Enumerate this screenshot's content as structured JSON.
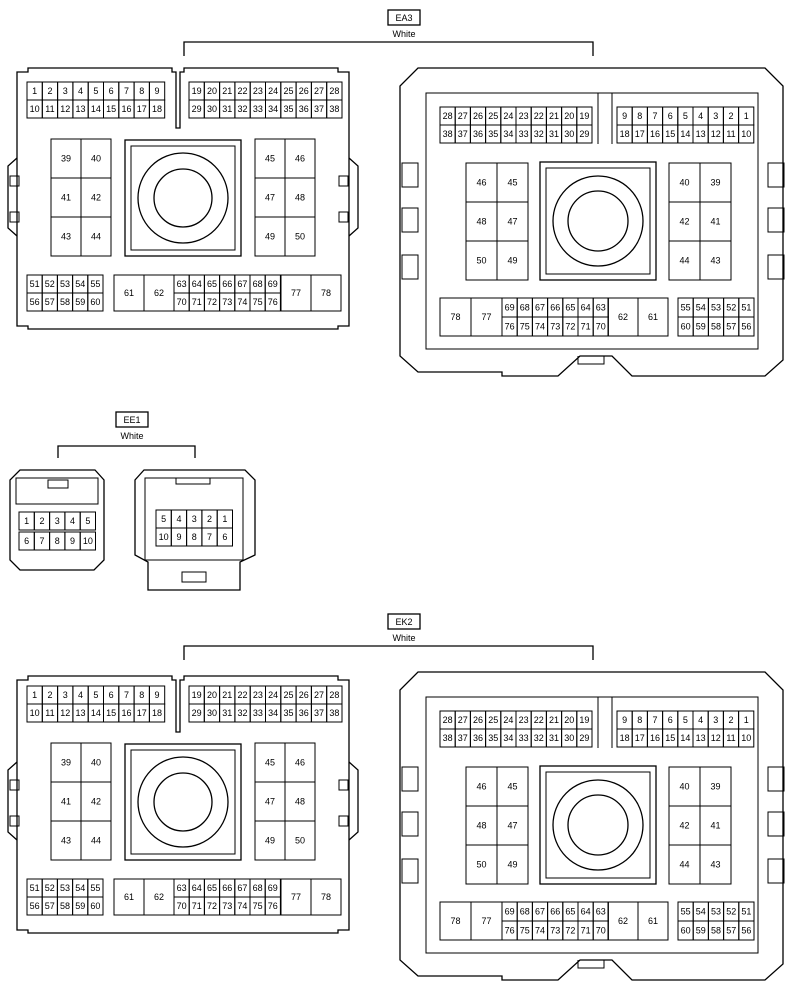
{
  "connectors": [
    {
      "id": "ea3",
      "code": "EA3",
      "color": "White"
    },
    {
      "id": "ee1",
      "code": "EE1",
      "color": "White"
    },
    {
      "id": "ek2",
      "code": "EK2",
      "color": "White"
    }
  ],
  "pins78_male": {
    "row1a": [
      "1",
      "2",
      "3",
      "4",
      "5",
      "6",
      "7",
      "8",
      "9"
    ],
    "row1b": [
      "10",
      "11",
      "12",
      "13",
      "14",
      "15",
      "16",
      "17",
      "18"
    ],
    "row2a": [
      "19",
      "20",
      "21",
      "22",
      "23",
      "24",
      "25",
      "26",
      "27",
      "28"
    ],
    "row2b": [
      "29",
      "30",
      "31",
      "32",
      "33",
      "34",
      "35",
      "36",
      "37",
      "38"
    ],
    "blockA": [
      [
        "39",
        "40"
      ],
      [
        "41",
        "42"
      ],
      [
        "43",
        "44"
      ]
    ],
    "blockB": [
      [
        "45",
        "46"
      ],
      [
        "47",
        "48"
      ],
      [
        "49",
        "50"
      ]
    ],
    "bottomA1": [
      "51",
      "52",
      "53",
      "54",
      "55"
    ],
    "bottomA2": [
      "56",
      "57",
      "58",
      "59",
      "60"
    ],
    "big1": [
      "61",
      "62"
    ],
    "bottomB1": [
      "63",
      "64",
      "65",
      "66",
      "67",
      "68",
      "69"
    ],
    "bottomB2": [
      "70",
      "71",
      "72",
      "73",
      "74",
      "75",
      "76"
    ],
    "big2": [
      "77",
      "78"
    ]
  },
  "pins78_female": {
    "row1a": [
      "28",
      "27",
      "26",
      "25",
      "24",
      "23",
      "22",
      "21",
      "20",
      "19"
    ],
    "row1b": [
      "38",
      "37",
      "36",
      "35",
      "34",
      "33",
      "32",
      "31",
      "30",
      "29"
    ],
    "row2a": [
      "9",
      "8",
      "7",
      "6",
      "5",
      "4",
      "3",
      "2",
      "1"
    ],
    "row2b": [
      "18",
      "17",
      "16",
      "15",
      "14",
      "13",
      "12",
      "11",
      "10"
    ],
    "blockA": [
      [
        "46",
        "45"
      ],
      [
        "48",
        "47"
      ],
      [
        "50",
        "49"
      ]
    ],
    "blockB": [
      [
        "40",
        "39"
      ],
      [
        "42",
        "41"
      ],
      [
        "44",
        "43"
      ]
    ],
    "big1": [
      "78",
      "77"
    ],
    "bottomA1": [
      "69",
      "68",
      "67",
      "66",
      "65",
      "64",
      "63"
    ],
    "bottomA2": [
      "76",
      "75",
      "74",
      "73",
      "72",
      "71",
      "70"
    ],
    "big2": [
      "62",
      "61"
    ],
    "bottomB1": [
      "55",
      "54",
      "53",
      "52",
      "51"
    ],
    "bottomB2": [
      "60",
      "59",
      "58",
      "57",
      "56"
    ]
  },
  "pins10_male": {
    "row1": [
      "1",
      "2",
      "3",
      "4",
      "5"
    ],
    "row2": [
      "6",
      "7",
      "8",
      "9",
      "10"
    ]
  },
  "pins10_female": {
    "row1": [
      "5",
      "4",
      "3",
      "2",
      "1"
    ],
    "row2": [
      "10",
      "9",
      "8",
      "7",
      "6"
    ]
  }
}
